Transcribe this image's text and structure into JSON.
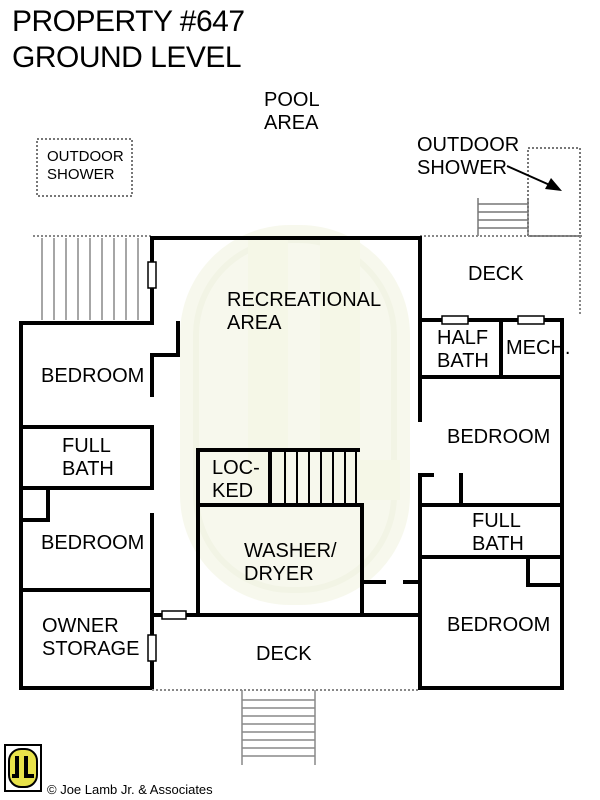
{
  "title": {
    "line1": "PROPERTY #647",
    "line2": "GROUND LEVEL"
  },
  "labels": {
    "pool_area": [
      "POOL",
      "AREA"
    ],
    "outdoor_shower_left": [
      "OUTDOOR",
      "SHOWER"
    ],
    "outdoor_shower_right": [
      "OUTDOOR",
      "SHOWER"
    ],
    "deck_top_right": "DECK",
    "recreational_area": [
      "RECREATIONAL",
      "AREA"
    ],
    "half_bath": [
      "HALF",
      "BATH"
    ],
    "mech": "MECH.",
    "bedroom_left_top": "BEDROOM",
    "full_bath_left": [
      "FULL",
      "BATH"
    ],
    "bedroom_left_mid": "BEDROOM",
    "owner_storage": [
      "OWNER",
      "STORAGE"
    ],
    "locked": [
      "LOC-",
      "KED"
    ],
    "washer_dryer": [
      "WASHER/",
      "DRYER"
    ],
    "bedroom_right_top": "BEDROOM",
    "full_bath_right": [
      "FULL",
      "BATH"
    ],
    "bedroom_right_bottom": "BEDROOM",
    "deck_bottom": "DECK"
  },
  "logo": {
    "text": "JL"
  },
  "copyright": "© Joe Lamb Jr. & Associates",
  "colors": {
    "wall": "#000000",
    "watermark": "#f1f3e0",
    "dotted": "#777777"
  }
}
